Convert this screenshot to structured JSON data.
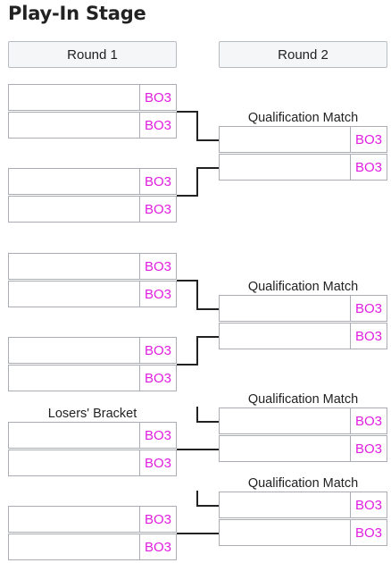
{
  "title": "Play-In Stage",
  "rounds": [
    {
      "label": "Round 1"
    },
    {
      "label": "Round 2"
    }
  ],
  "series_format": "BO3",
  "labels": {
    "qualification": "Qualification Match",
    "losers": "Losers' Bracket"
  },
  "colors": {
    "series_format": "#e01ee0",
    "border": "#a9adb3",
    "header_bg": "#f5f6f8",
    "connector": "#222222"
  }
}
